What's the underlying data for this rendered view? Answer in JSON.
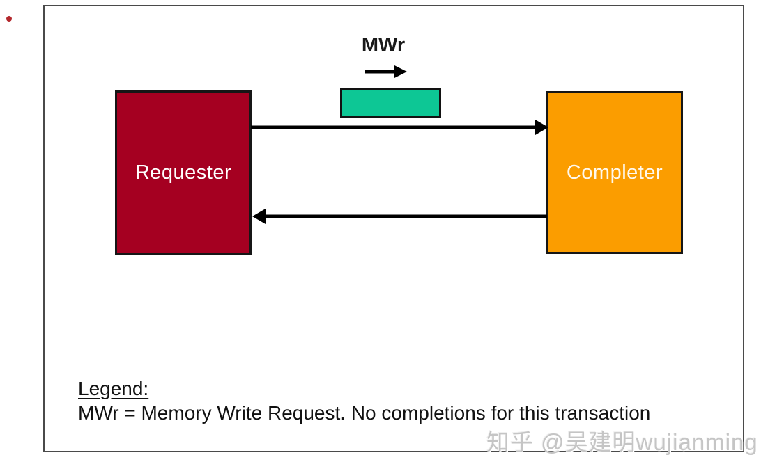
{
  "page": {
    "background": "#ffffff",
    "bullet_color": "#b3282d"
  },
  "diagram": {
    "frame_border_color": "#4a4a4a",
    "mwr_flow_label": "MWr",
    "requester": {
      "label": "Requester",
      "fill": "#a50021",
      "text_color": "#ffffff"
    },
    "completer": {
      "label": "Completer",
      "fill": "#fb9d00",
      "text_color": "#fff8ec"
    },
    "packet_fill": "#0dc795",
    "arrow_color": "#000000",
    "request_arrow_direction": "requester-to-completer",
    "completion_arrow_direction": "completer-to-requester",
    "legend": {
      "title": "Legend:",
      "line": "MWr = Memory Write Request. No completions for this transaction"
    }
  },
  "watermark": {
    "text": "知乎 @吴建明wujianming",
    "color": "#c5c5c5"
  }
}
